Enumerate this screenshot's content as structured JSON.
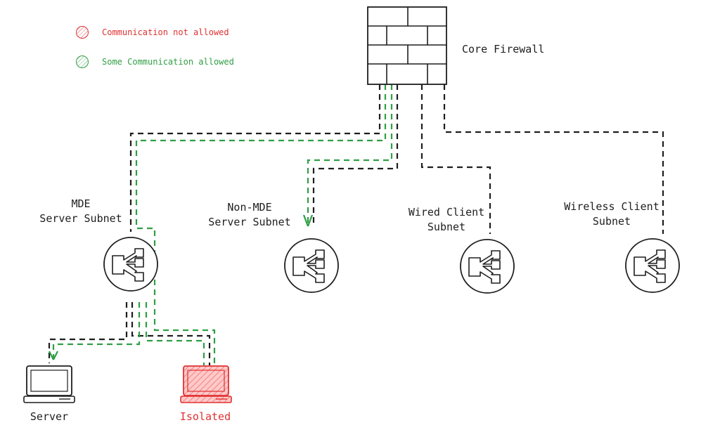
{
  "legend": {
    "not_allowed": {
      "label": "Communication not allowed",
      "color": "#e03131"
    },
    "allowed": {
      "label": "Some Communication allowed",
      "color": "#2f9e44"
    }
  },
  "firewall": {
    "label": "Core Firewall"
  },
  "subnets": {
    "mde_server": {
      "label_line1": "MDE",
      "label_line2": "Server Subnet"
    },
    "non_mde_server": {
      "label_line1": "Non-MDE",
      "label_line2": "Server Subnet"
    },
    "wired_client": {
      "label_line1": "Wired Client",
      "label_line2": "Subnet"
    },
    "wireless_client": {
      "label_line1": "Wireless Client",
      "label_line2": "Subnet"
    }
  },
  "devices": {
    "server": {
      "label": "Server",
      "color": "#1e1e1e"
    },
    "isolated": {
      "label": "Isolated",
      "color": "#e03131"
    }
  },
  "icons": {
    "firewall": "brick-wall-icon",
    "switch": "network-switch-icon",
    "computer": "desktop-computer-icon"
  }
}
